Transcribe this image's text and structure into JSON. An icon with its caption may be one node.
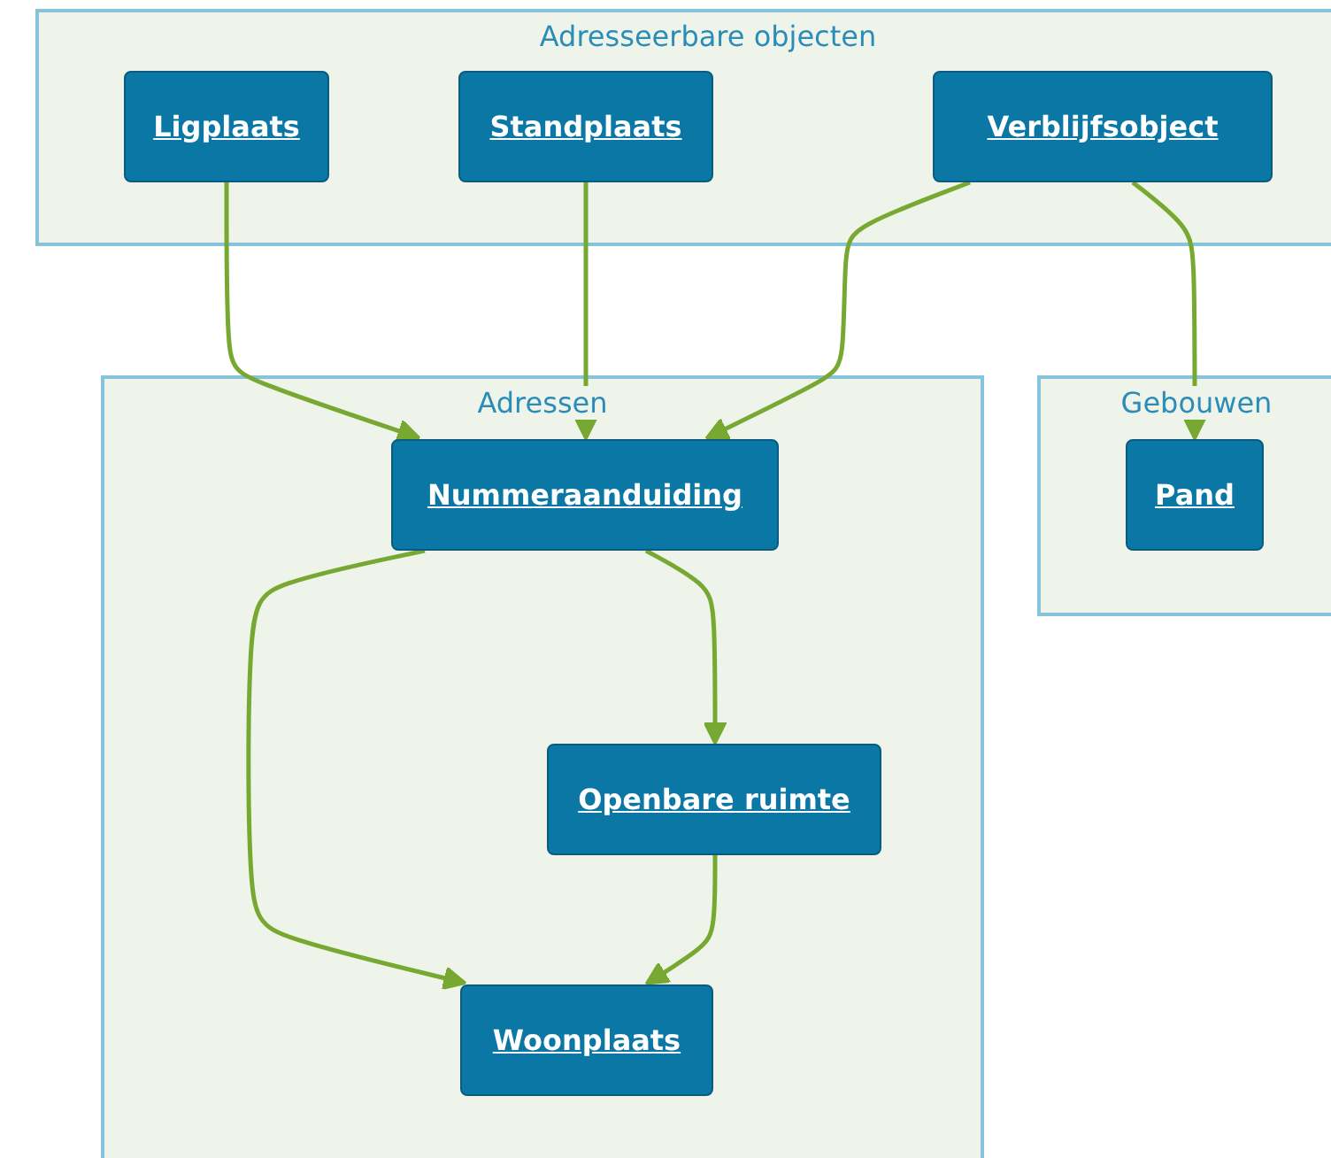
{
  "diagram": {
    "nodes": [
      {
        "text": [
          "Adresseerbare objecten"
        ]
      },
      {
        "text": [
          "Ligplaats"
        ],
        "in": 0
      },
      {
        "text": [
          "Standplaats"
        ],
        "in": 0
      },
      {
        "text": [
          "Verblijfsobject"
        ],
        "in": 0
      },
      {
        "text": [
          "Adressen"
        ]
      },
      {
        "text": [
          "Nummeraanduiding"
        ],
        "in": 4
      },
      {
        "text": [
          "Openbare ruimte"
        ],
        "in": 4
      },
      {
        "text": [
          "Woonplaats"
        ],
        "in": 4
      },
      {
        "text": [
          "Gebouwen"
        ]
      },
      {
        "text": [
          "Pand"
        ],
        "in": 8
      }
    ],
    "edges": [
      {
        "from": 1,
        "to": 5,
        "arrow": "to"
      },
      {
        "from": 2,
        "to": 5,
        "arrow": "to"
      },
      {
        "from": 3,
        "to": 5,
        "arrow": "to"
      },
      {
        "from": 3,
        "to": 9,
        "arrow": "to"
      },
      {
        "from": 5,
        "to": 6,
        "arrow": "to"
      },
      {
        "from": 5,
        "to": 7,
        "arrow": "to"
      },
      {
        "from": 6,
        "to": 7,
        "arrow": "to"
      }
    ]
  }
}
